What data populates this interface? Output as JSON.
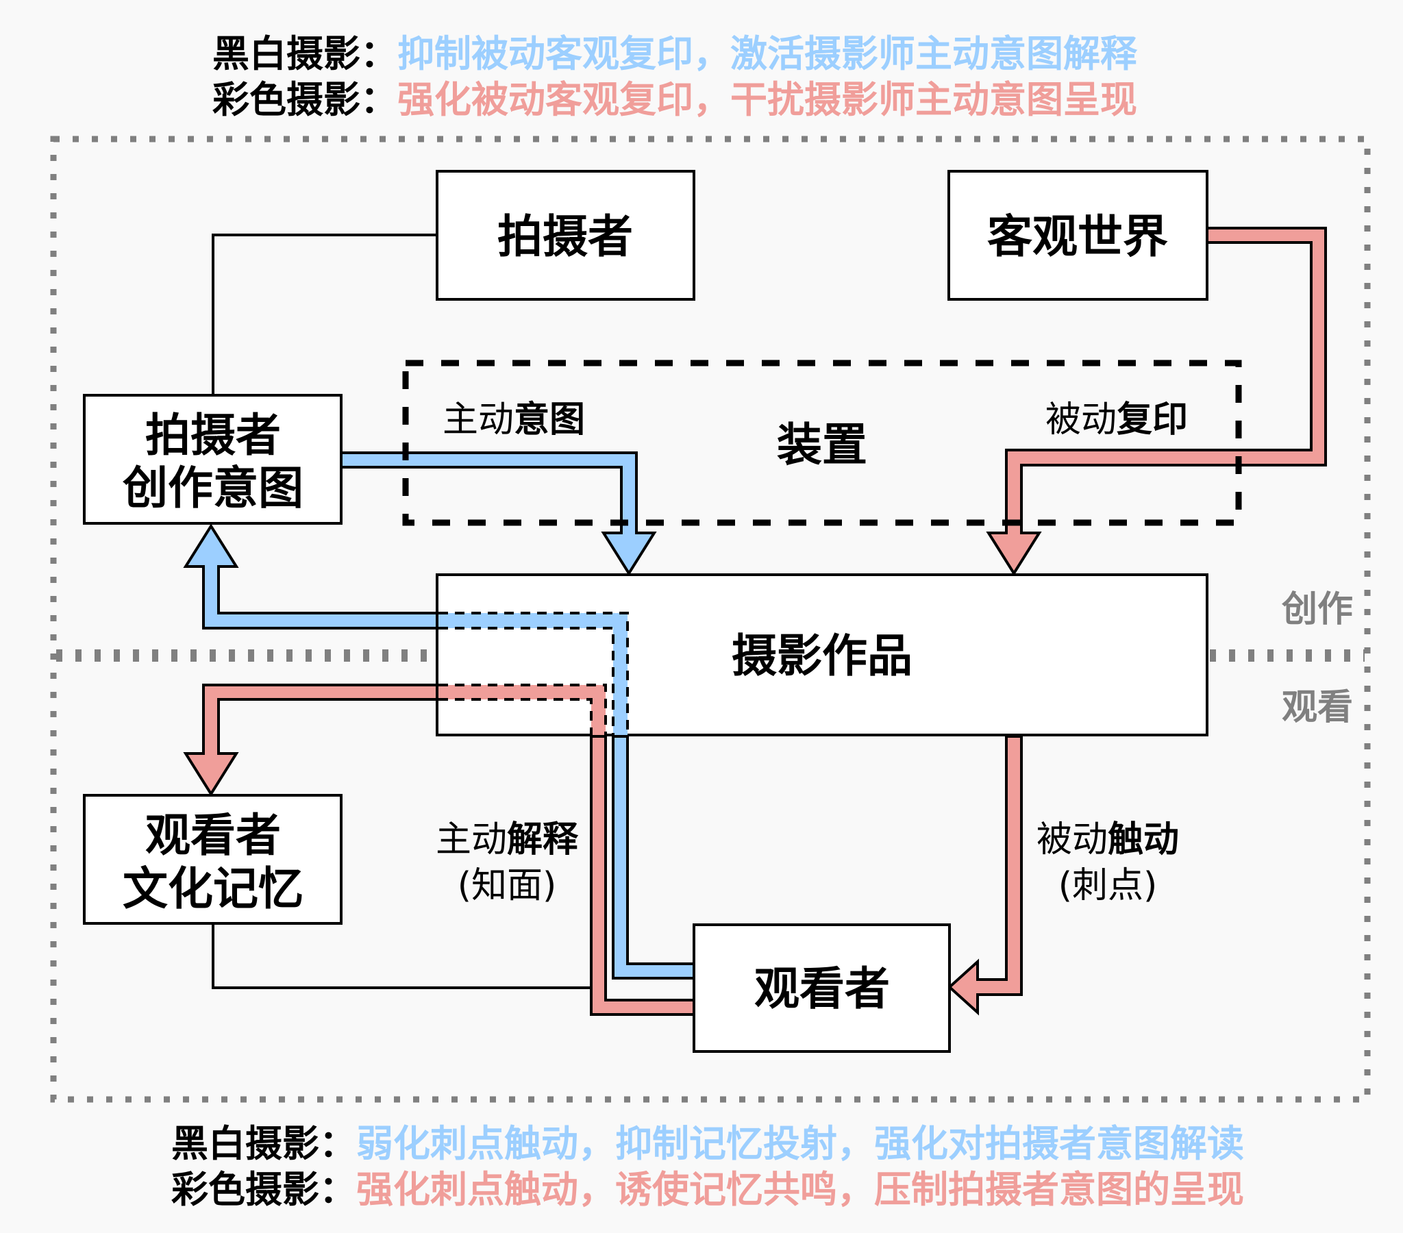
{
  "colors": {
    "background": "#f9f9f9",
    "blue": "#9ccfff",
    "pink": "#f09e9a",
    "frame_gray": "#808080",
    "black": "#000000"
  },
  "top_caption": {
    "bw_prefix": "黑白摄影：",
    "bw_text": "抑制被动客观复印，激活摄影师主动意图解释",
    "color_prefix": "彩色摄影：",
    "color_text": "强化被动客观复印，干扰摄影师主动意图呈现"
  },
  "bottom_caption": {
    "bw_prefix": "黑白摄影：",
    "bw_text": "弱化刺点触动，抑制记忆投射，强化对拍摄者意图解读",
    "color_prefix": "彩色摄影：",
    "color_text": "强化刺点触动，诱使记忆共鸣，压制拍摄者意图的呈现"
  },
  "nodes": {
    "photographer": "拍摄者",
    "objective_world": "客观世界",
    "intent_line1": "拍摄者",
    "intent_line2": "创作意图",
    "apparatus": "装置",
    "work": "摄影作品",
    "memory_line1": "观看者",
    "memory_line2": "文化记忆",
    "viewer": "观看者"
  },
  "edge_labels": {
    "active_intent_plain": "主动",
    "active_intent_bold": "意图",
    "passive_copy_plain": "被动",
    "passive_copy_bold": "复印",
    "active_interp_plain": "主动",
    "active_interp_bold": "解释",
    "active_interp_sub": "(知面)",
    "passive_touch_plain": "被动",
    "passive_touch_bold": "触动",
    "passive_touch_sub": "(刺点)"
  },
  "phases": {
    "creation": "创作",
    "viewing": "观看"
  }
}
